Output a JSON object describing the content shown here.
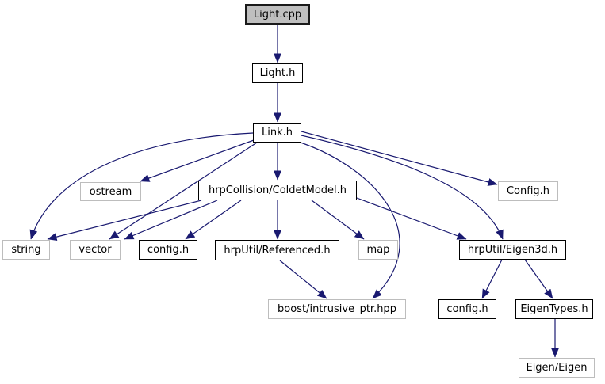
{
  "diagram": {
    "title": "Light.cpp include dependency graph",
    "nodes": [
      {
        "id": "light_cpp",
        "label": "Light.cpp",
        "kind": "current"
      },
      {
        "id": "light_h",
        "label": "Light.h",
        "kind": "project"
      },
      {
        "id": "link_h",
        "label": "Link.h",
        "kind": "project"
      },
      {
        "id": "ostream",
        "label": "ostream",
        "kind": "external"
      },
      {
        "id": "coldetmodel",
        "label": "hrpCollision/ColdetModel.h",
        "kind": "project"
      },
      {
        "id": "config_top",
        "label": "Config.h",
        "kind": "external"
      },
      {
        "id": "string",
        "label": "string",
        "kind": "external"
      },
      {
        "id": "vector",
        "label": "vector",
        "kind": "external"
      },
      {
        "id": "config_mid",
        "label": "config.h",
        "kind": "project"
      },
      {
        "id": "referenced",
        "label": "hrpUtil/Referenced.h",
        "kind": "project"
      },
      {
        "id": "map",
        "label": "map",
        "kind": "external"
      },
      {
        "id": "eigen3d",
        "label": "hrpUtil/Eigen3d.h",
        "kind": "project"
      },
      {
        "id": "boost_intrusive",
        "label": "boost/intrusive_ptr.hpp",
        "kind": "external"
      },
      {
        "id": "config_bot",
        "label": "config.h",
        "kind": "project"
      },
      {
        "id": "eigentypes",
        "label": "EigenTypes.h",
        "kind": "project"
      },
      {
        "id": "eigen_eigen",
        "label": "Eigen/Eigen",
        "kind": "external"
      }
    ],
    "edges": [
      {
        "from": "light_cpp",
        "to": "light_h"
      },
      {
        "from": "light_h",
        "to": "link_h"
      },
      {
        "from": "link_h",
        "to": "coldetmodel"
      },
      {
        "from": "link_h",
        "to": "ostream"
      },
      {
        "from": "link_h",
        "to": "string"
      },
      {
        "from": "link_h",
        "to": "vector"
      },
      {
        "from": "link_h",
        "to": "config_top"
      },
      {
        "from": "link_h",
        "to": "eigen3d"
      },
      {
        "from": "link_h",
        "to": "boost_intrusive"
      },
      {
        "from": "coldetmodel",
        "to": "string"
      },
      {
        "from": "coldetmodel",
        "to": "vector"
      },
      {
        "from": "coldetmodel",
        "to": "config_mid"
      },
      {
        "from": "coldetmodel",
        "to": "referenced"
      },
      {
        "from": "coldetmodel",
        "to": "map"
      },
      {
        "from": "coldetmodel",
        "to": "eigen3d"
      },
      {
        "from": "referenced",
        "to": "boost_intrusive"
      },
      {
        "from": "eigen3d",
        "to": "config_bot"
      },
      {
        "from": "eigen3d",
        "to": "eigentypes"
      },
      {
        "from": "eigentypes",
        "to": "eigen_eigen"
      }
    ],
    "colors": {
      "edge": "#191970",
      "current_fill": "#bfbfbf",
      "project_border": "#000000",
      "external_border": "#bdbdbd",
      "background": "#ffffff",
      "text": "#000000"
    }
  }
}
